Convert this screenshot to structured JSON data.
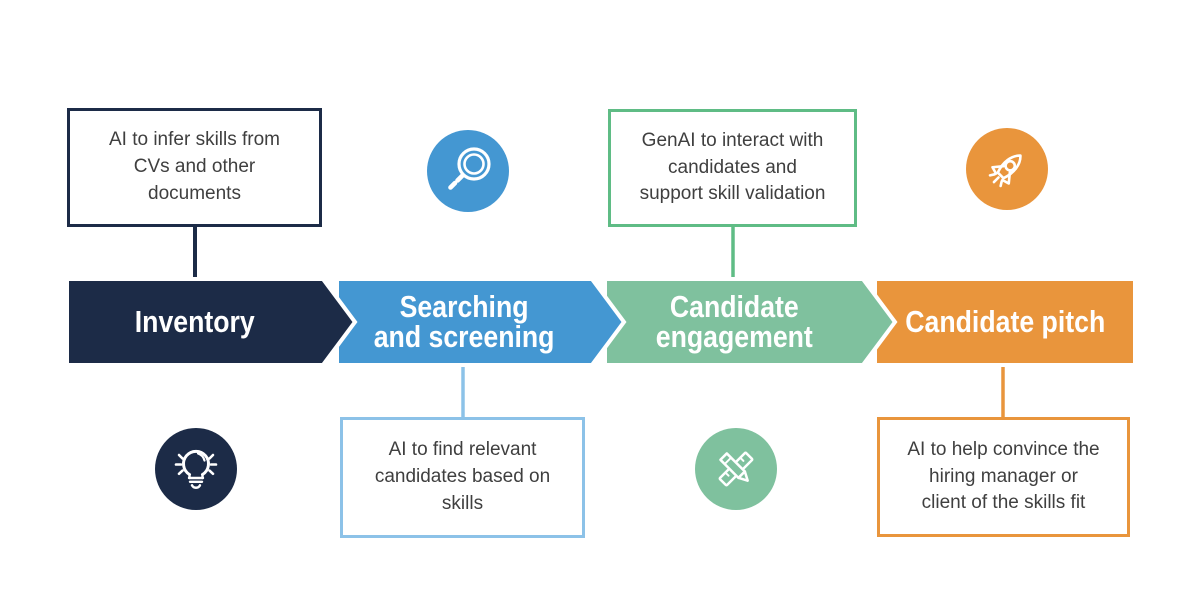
{
  "palette": {
    "navy": "#1C2B47",
    "blue": "#4497D2",
    "green": "#7FC19E",
    "green_border": "#5FBC85",
    "light_blue": "#8CC2E8",
    "orange": "#E9953C",
    "box_text": "#3F3F3F",
    "arrow_text": "#FFFFFF",
    "background": "#FFFFFF"
  },
  "stages": [
    {
      "name": "inventory",
      "label": "Inventory",
      "color": "#1C2B47"
    },
    {
      "name": "searching-and-screening",
      "label": "Searching\nand screening",
      "color": "#4497D2"
    },
    {
      "name": "candidate-engagement",
      "label": "Candidate\nengagement",
      "color": "#7FC19E"
    },
    {
      "name": "candidate-pitch",
      "label": "Candidate pitch",
      "color": "#E9953C"
    }
  ],
  "callouts": [
    {
      "name": "inventory-note",
      "position": "top",
      "border_color": "#1C2B47",
      "connector_color": "#1C2B47",
      "text": "AI to infer skills from\nCVs and other\ndocuments"
    },
    {
      "name": "searching-note",
      "position": "bottom",
      "border_color": "#8CC2E8",
      "connector_color": "#8CC2E8",
      "text": "AI to find relevant\ncandidates based on\nskills"
    },
    {
      "name": "engagement-note",
      "position": "top",
      "border_color": "#5FBC85",
      "connector_color": "#5FBC85",
      "text": "GenAI to interact with\ncandidates and\nsupport skill validation"
    },
    {
      "name": "pitch-note",
      "position": "bottom",
      "border_color": "#E9953C",
      "connector_color": "#E9953C",
      "text": "AI to help convince the\nhiring manager or\nclient of the skills fit"
    }
  ],
  "icons": [
    {
      "name": "magnifier-icon",
      "circle_color": "#4497D2"
    },
    {
      "name": "rocket-icon",
      "circle_color": "#E9953C"
    },
    {
      "name": "lightbulb-icon",
      "circle_color": "#1C2B47"
    },
    {
      "name": "pencil-ruler-icon",
      "circle_color": "#7FC19E"
    }
  ]
}
